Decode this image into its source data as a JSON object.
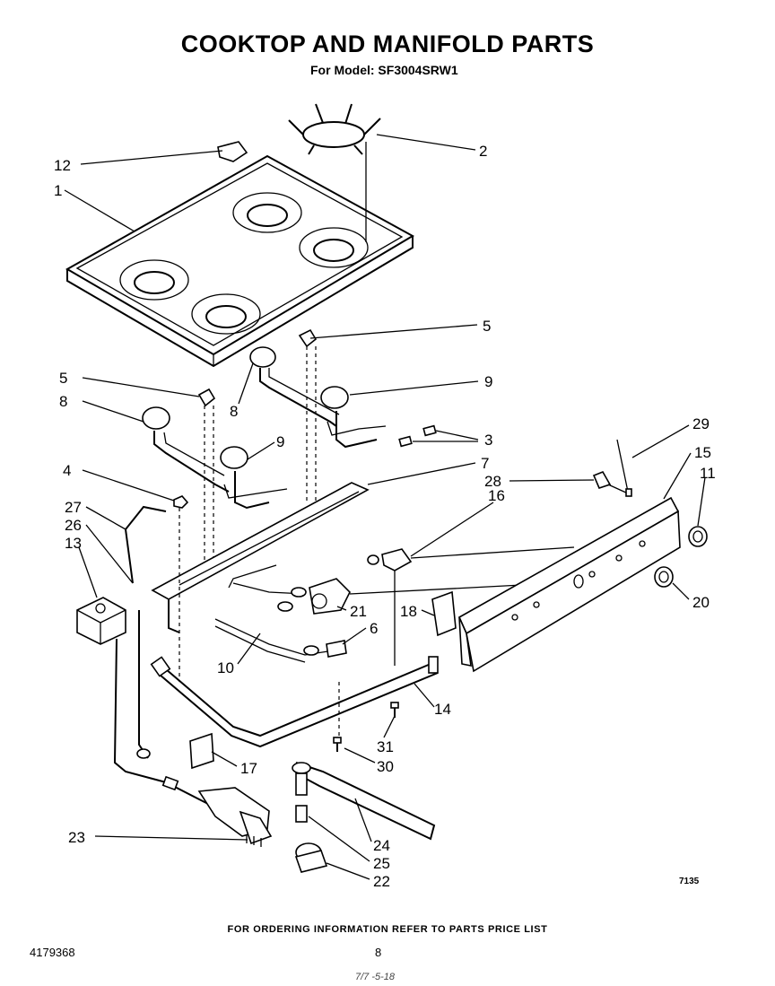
{
  "header": {
    "title": "COOKTOP AND MANIFOLD PARTS",
    "subtitle": "For Model: SF3004SRW1"
  },
  "footer": {
    "ordering_note": "FOR ORDERING INFORMATION REFER TO PARTS PRICE LIST",
    "part_number": "4179368",
    "page_number": "8",
    "figure_code": "7135",
    "scribble": "7/7 -5-18"
  },
  "callouts": [
    {
      "id": "c12",
      "label": "12"
    },
    {
      "id": "c1",
      "label": "1"
    },
    {
      "id": "c2",
      "label": "2"
    },
    {
      "id": "c5a",
      "label": "5"
    },
    {
      "id": "c5b",
      "label": "5"
    },
    {
      "id": "c8a",
      "label": "8"
    },
    {
      "id": "c8b",
      "label": "8"
    },
    {
      "id": "c9a",
      "label": "9"
    },
    {
      "id": "c9b",
      "label": "9"
    },
    {
      "id": "c3",
      "label": "3"
    },
    {
      "id": "c29",
      "label": "29"
    },
    {
      "id": "c15",
      "label": "15"
    },
    {
      "id": "c11",
      "label": "11"
    },
    {
      "id": "c4",
      "label": "4"
    },
    {
      "id": "c7",
      "label": "7"
    },
    {
      "id": "c28",
      "label": "28"
    },
    {
      "id": "c16",
      "label": "16"
    },
    {
      "id": "c27",
      "label": "27"
    },
    {
      "id": "c26",
      "label": "26"
    },
    {
      "id": "c13",
      "label": "13"
    },
    {
      "id": "c20",
      "label": "20"
    },
    {
      "id": "c21",
      "label": "21"
    },
    {
      "id": "c18",
      "label": "18"
    },
    {
      "id": "c6",
      "label": "6"
    },
    {
      "id": "c10",
      "label": "10"
    },
    {
      "id": "c14",
      "label": "14"
    },
    {
      "id": "c31",
      "label": "31"
    },
    {
      "id": "c30",
      "label": "30"
    },
    {
      "id": "c17",
      "label": "17"
    },
    {
      "id": "c23",
      "label": "23"
    },
    {
      "id": "c24",
      "label": "24"
    },
    {
      "id": "c25",
      "label": "25"
    },
    {
      "id": "c22",
      "label": "22"
    }
  ]
}
